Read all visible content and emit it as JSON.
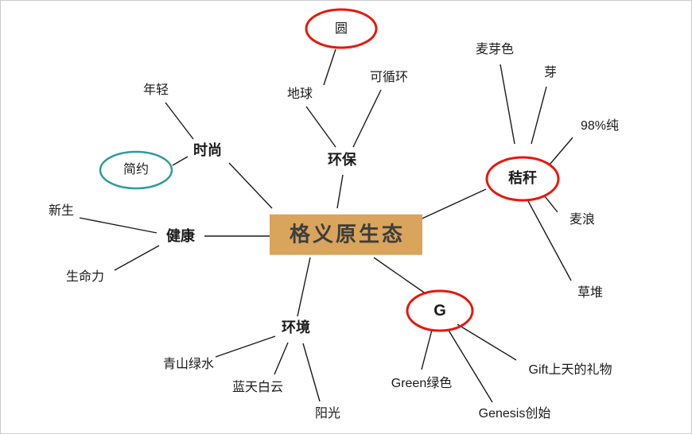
{
  "colors": {
    "center_bg": "#D9A45C",
    "highlight_red": "#E8170B",
    "highlight_teal": "#2E9A9E",
    "line": "#1A1A1A",
    "text": "#1A1A1A"
  },
  "mindmap": {
    "center": "格义原生态",
    "fashion": {
      "label": "时尚",
      "young": "年轻",
      "simple": "简约"
    },
    "health": {
      "label": "健康",
      "newborn": "新生",
      "vitality": "生命力"
    },
    "eco": {
      "label": "环保",
      "earth": "地球",
      "round": "圆",
      "recyclable": "可循环"
    },
    "straw": {
      "label": "秸秆",
      "malt_color": "麦芽色",
      "bud": "芽",
      "pure": "98%纯",
      "wheat_wave": "麦浪",
      "haystack": "草堆"
    },
    "environment": {
      "label": "环境",
      "green_mountains": "青山绿水",
      "blue_sky": "蓝天白云",
      "sunshine": "阳光"
    },
    "g": {
      "label": "G",
      "green": "Green绿色",
      "genesis": "Genesis创始",
      "gift": "Gift上天的礼物"
    }
  }
}
